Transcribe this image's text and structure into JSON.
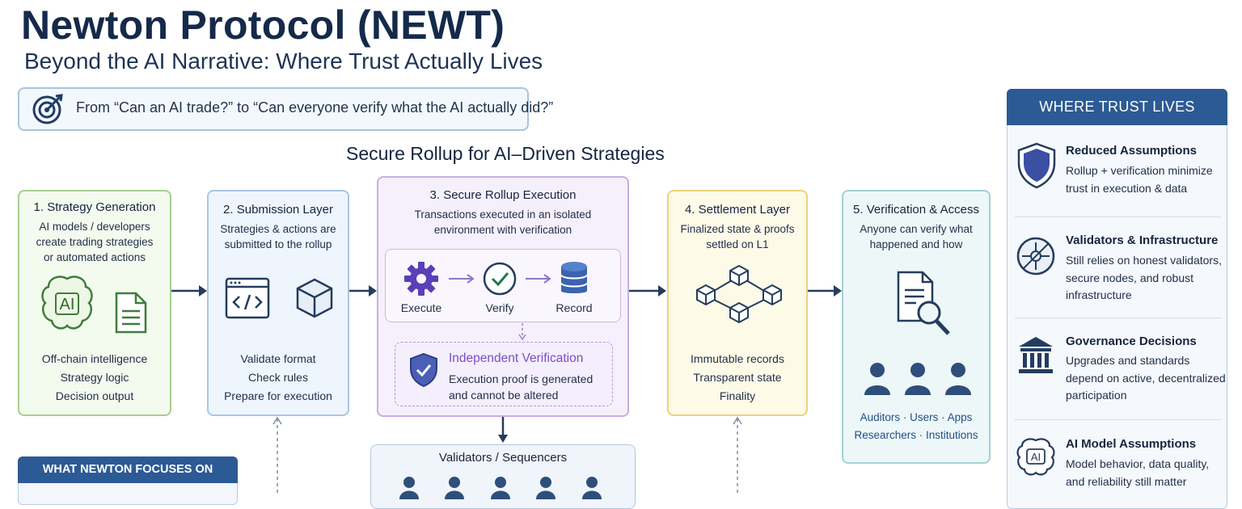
{
  "title": "Newton Protocol (NEWT)",
  "subtitle": "Beyond the AI Narrative: Where Trust Actually Lives",
  "tagline": "From “Can an AI trade?” to “Can everyone verify what the AI actually did?”",
  "diagram_title": "Secure Rollup for AI–Driven Strategies",
  "stages": [
    {
      "title": "1. Strategy Generation",
      "desc": [
        "AI models / developers",
        "create trading strategies",
        "or automated actions"
      ],
      "items": [
        "Off-chain intelligence",
        "Strategy logic",
        "Decision output"
      ],
      "icons": [
        "brain-ai-icon",
        "document-icon"
      ]
    },
    {
      "title": "2. Submission Layer",
      "desc": [
        "Strategies & actions are",
        "submitted to the rollup"
      ],
      "items": [
        "Validate format",
        "Check rules",
        "Prepare for execution"
      ],
      "icons": [
        "code-window-icon",
        "cube-icon"
      ]
    },
    {
      "title": "3. Secure Rollup Execution",
      "desc": [
        "Transactions executed in an isolated",
        "environment with verification"
      ],
      "flow": [
        "Execute",
        "Verify",
        "Record"
      ],
      "icons": [
        "gear-icon",
        "check-circle-icon",
        "database-icon"
      ],
      "verification": {
        "title": "Independent Verification",
        "desc": [
          "Execution proof is generated",
          "and cannot be altered"
        ],
        "icon": "shield-check-icon"
      }
    },
    {
      "title": "4. Settlement Layer",
      "desc": [
        "Finalized state & proofs",
        "settled on L1"
      ],
      "items": [
        "Immutable records",
        "Transparent state",
        "Finality"
      ],
      "icons": [
        "block-network-icon"
      ]
    },
    {
      "title": "5. Verification & Access",
      "desc": [
        "Anyone can verify what",
        "happened and how"
      ],
      "audience": [
        "Auditors · Users · Apps",
        "Researchers · Institutions"
      ],
      "icons": [
        "document-search-icon",
        "users-icon"
      ]
    }
  ],
  "validators": {
    "title": "Validators / Sequencers",
    "icon": "user-icon"
  },
  "focus_panel": {
    "title": "WHAT NEWTON FOCUSES ON"
  },
  "trust_panel": {
    "title": "WHERE TRUST LIVES",
    "items": [
      {
        "title": "Reduced Assumptions",
        "desc": [
          "Rollup + verification minimize",
          "trust in execution & data"
        ],
        "icon": "shield-icon"
      },
      {
        "title": "Validators & Infrastructure",
        "desc": [
          "Still relies on honest validators,",
          "secure nodes, and robust",
          "infrastructure"
        ],
        "icon": "network-node-icon"
      },
      {
        "title": "Governance Decisions",
        "desc": [
          "Upgrades and standards",
          "depend on active, decentralized",
          "participation"
        ],
        "icon": "institution-icon"
      },
      {
        "title": "AI Model Assumptions",
        "desc": [
          "Model behavior, data quality,",
          "and reliability still matter"
        ],
        "icon": "brain-ai-icon"
      }
    ]
  },
  "colors": {
    "navy": "#152a4a",
    "panel_header": "#2c5a94",
    "stage1": "#a8cf8e",
    "stage2": "#a9c6e4",
    "stage3": "#c7aee4",
    "stage4": "#ecd27c",
    "stage5": "#a3d0d4",
    "accent_purple": "#7b4fbf"
  }
}
